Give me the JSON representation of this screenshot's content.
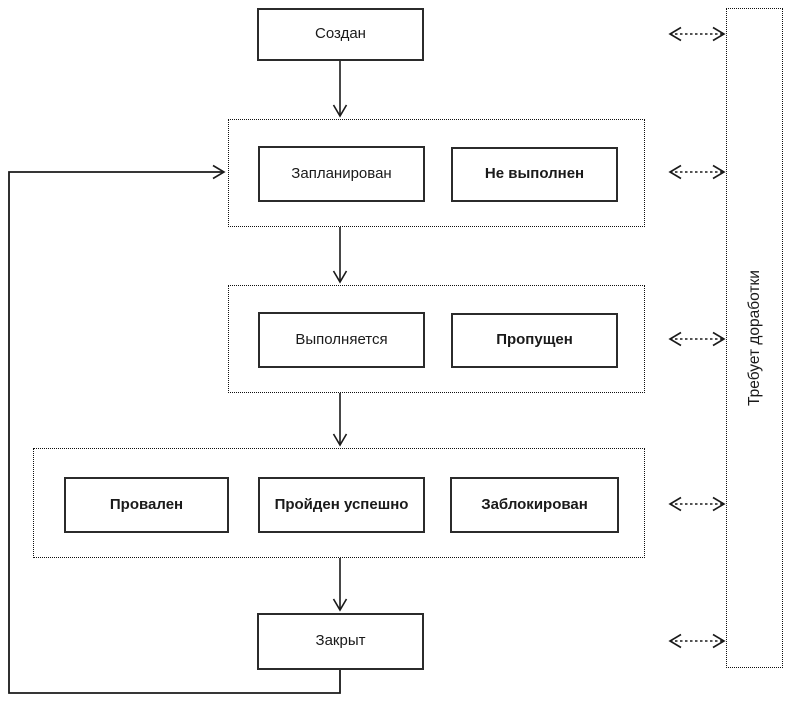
{
  "diagram": {
    "background_color": "#ffffff",
    "line_color": "#1a1a1a",
    "box_border_color": "#2b2b2b",
    "states": {
      "created": "Создан",
      "planned": "Запланирован",
      "not_executed": "Не выполнен",
      "executing": "Выполняется",
      "skipped": "Пропущен",
      "failed": "Провален",
      "passed": "Пройден успешно",
      "blocked": "Заблокирован",
      "closed": "Закрыт",
      "needs_rework": "Требует доработки"
    },
    "bold_states": [
      "not_executed",
      "skipped",
      "failed",
      "passed",
      "blocked"
    ],
    "groups": [
      {
        "id": "planned_group",
        "members": [
          "planned",
          "not_executed"
        ]
      },
      {
        "id": "executing_group",
        "members": [
          "executing",
          "skipped"
        ]
      },
      {
        "id": "result_group",
        "members": [
          "failed",
          "passed",
          "blocked"
        ]
      }
    ],
    "edges": [
      {
        "from": "created",
        "to": "planned_group",
        "style": "solid-arrow"
      },
      {
        "from": "planned_group",
        "to": "executing_group",
        "style": "solid-arrow"
      },
      {
        "from": "executing_group",
        "to": "result_group",
        "style": "solid-arrow"
      },
      {
        "from": "result_group",
        "to": "closed",
        "style": "solid-arrow"
      },
      {
        "from": "closed",
        "to": "planned_group",
        "style": "solid-arrow-loop"
      },
      {
        "from": "created",
        "to": "needs_rework",
        "style": "dashed-double-arrow"
      },
      {
        "from": "planned_group",
        "to": "needs_rework",
        "style": "dashed-double-arrow"
      },
      {
        "from": "executing_group",
        "to": "needs_rework",
        "style": "dashed-double-arrow"
      },
      {
        "from": "result_group",
        "to": "needs_rework",
        "style": "dashed-double-arrow"
      },
      {
        "from": "closed",
        "to": "needs_rework",
        "style": "dashed-double-arrow"
      }
    ]
  }
}
